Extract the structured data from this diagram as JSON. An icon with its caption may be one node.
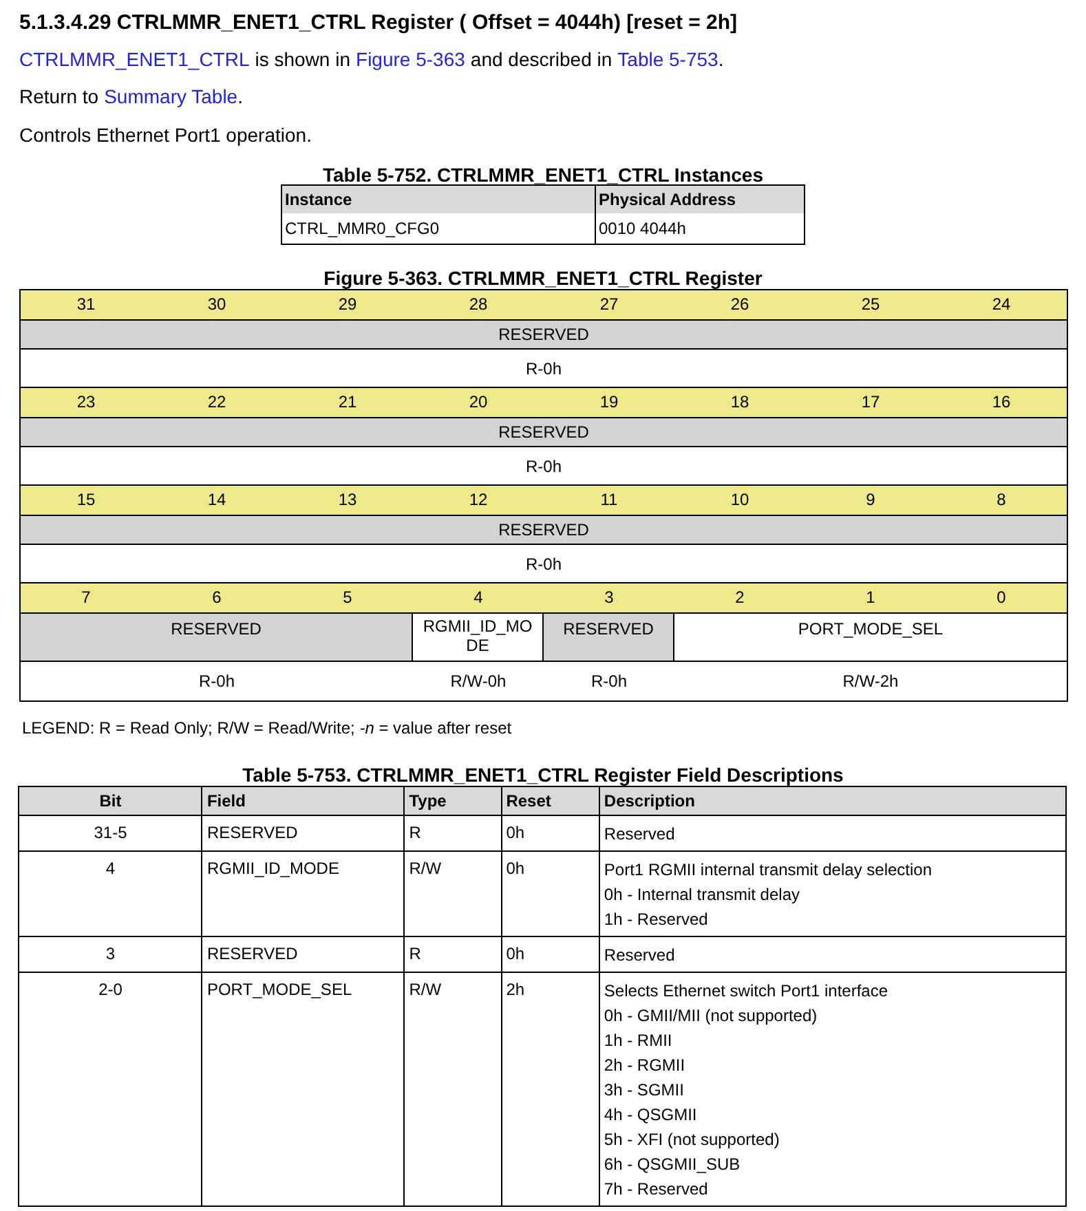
{
  "diagram": {
    "title": "5.1.3.4.29 CTRLMMR_ENET1_CTRL Register ( Offset = 4044h) [reset = 2h]",
    "labels": [
      "CTRLMMR_ENET1_CTRL",
      "is shown in",
      "Figure 5-363",
      "and described in",
      "Table 5-753",
      ".",
      "Return to",
      "Summary Table",
      ".",
      "Controls Ethernet Port1 operation.",
      "Table 5-752. CTRLMMR_ENET1_CTRL Instances",
      "Instance",
      "Physical Address",
      "CTRL_MMR0_CFG0",
      "0010 4044h",
      "Figure 5-363. CTRLMMR_ENET1_CTRL Register",
      "31",
      "30",
      "29",
      "28",
      "27",
      "26",
      "25",
      "24",
      "RESERVED",
      "R-0h",
      "23",
      "22",
      "21",
      "20",
      "19",
      "18",
      "17",
      "16",
      "RESERVED",
      "R-0h",
      "15",
      "14",
      "13",
      "12",
      "11",
      "10",
      "9",
      "8",
      "RESERVED",
      "R-0h",
      "7",
      "6",
      "5",
      "4",
      "3",
      "2",
      "1",
      "0",
      "RESERVED",
      "RGMII_ID_MODE",
      "RESERVED",
      "PORT_MODE_SEL",
      "R-0h",
      "R/W-0h",
      "R-0h",
      "R/W-2h",
      "LEGEND: R = Read Only; R/W = Read/Write; *-n* = value after reset",
      "Table 5-753. CTRLMMR_ENET1_CTRL Register Field Descriptions",
      "Bit",
      "Field",
      "Type",
      "Reset",
      "Description",
      "31-5",
      "RESERVED",
      "R",
      "0h",
      "Reserved",
      "4",
      "RGMII_ID_MODE",
      "R/W",
      "0h",
      "Port1 RGMII internal transmit delay selection",
      "0h - Internal transmit delay",
      "1h - Reserved",
      "3",
      "RESERVED",
      "R",
      "0h",
      "Reserved",
      "2-0",
      "PORT_MODE_SEL",
      "R/W",
      "2h",
      "Selects Ethernet switch Port1 interface",
      "0h - GMII/MII (not supported)",
      "1h - RMII",
      "2h - RGMII",
      "3h - SGMII",
      "4h - QSGMII",
      "5h - XFI (not supported)",
      "6h - QSGMII_SUB",
      "7h - Reserved"
    ]
  }
}
